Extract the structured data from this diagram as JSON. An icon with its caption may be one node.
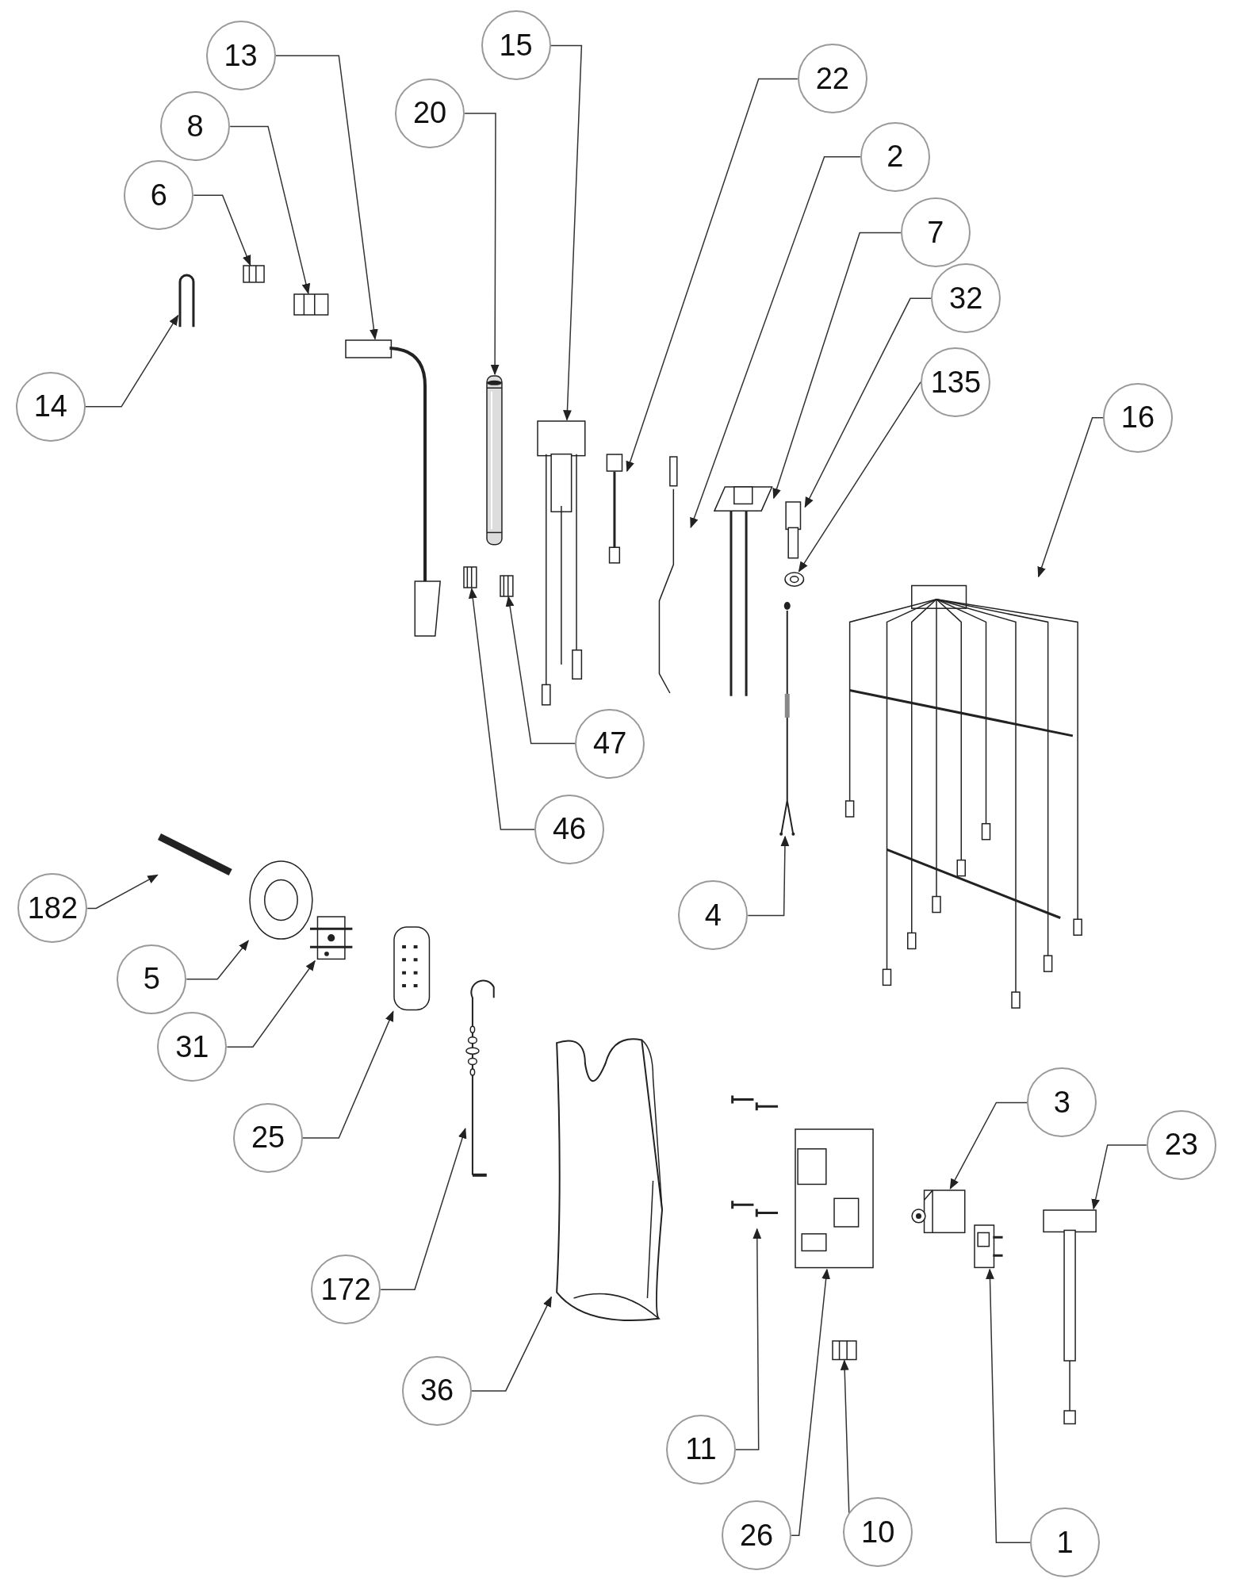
{
  "diagram": {
    "nodes": [
      {
        "text": [
          "15"
        ]
      },
      {
        "text": [
          "13"
        ]
      },
      {
        "text": [
          "22"
        ]
      },
      {
        "text": [
          "20"
        ]
      },
      {
        "text": [
          "8"
        ]
      },
      {
        "text": [
          "2"
        ]
      },
      {
        "text": [
          "6"
        ]
      },
      {
        "text": [
          "7"
        ]
      },
      {
        "text": [
          "32"
        ]
      },
      {
        "text": [
          "135"
        ]
      },
      {
        "text": [
          "14"
        ]
      },
      {
        "text": [
          "16"
        ]
      },
      {
        "text": [
          "47"
        ]
      },
      {
        "text": [
          "46"
        ]
      },
      {
        "text": [
          "182"
        ]
      },
      {
        "text": [
          "4"
        ]
      },
      {
        "text": [
          "5"
        ]
      },
      {
        "text": [
          "31"
        ]
      },
      {
        "text": [
          "3"
        ]
      },
      {
        "text": [
          "25"
        ]
      },
      {
        "text": [
          "23"
        ]
      },
      {
        "text": [
          "172"
        ]
      },
      {
        "text": [
          "36"
        ]
      },
      {
        "text": [
          "11"
        ]
      },
      {
        "text": [
          "10"
        ]
      },
      {
        "text": [
          "26"
        ]
      },
      {
        "text": [
          "1"
        ]
      },
      {
        "text": [],
        "shape": "picture"
      },
      {
        "text": [],
        "shape": "picture"
      },
      {
        "text": [],
        "shape": "picture"
      },
      {
        "text": [],
        "shape": "picture"
      },
      {
        "text": [],
        "shape": "picture"
      },
      {
        "text": [],
        "shape": "picture"
      },
      {
        "text": [],
        "shape": "picture"
      },
      {
        "text": [],
        "shape": "picture"
      },
      {
        "text": [],
        "shape": "picture"
      },
      {
        "text": [],
        "shape": "picture"
      },
      {
        "text": [],
        "shape": "picture"
      },
      {
        "text": [],
        "shape": "picture"
      },
      {
        "text": [],
        "shape": "picture"
      },
      {
        "text": [],
        "shape": "picture"
      },
      {
        "text": [],
        "shape": "picture"
      },
      {
        "text": [],
        "shape": "picture"
      },
      {
        "text": [],
        "shape": "picture"
      },
      {
        "text": [],
        "shape": "picture"
      },
      {
        "text": [],
        "shape": "picture"
      },
      {
        "text": [],
        "shape": "picture"
      },
      {
        "text": [],
        "shape": "picture"
      },
      {
        "text": [],
        "shape": "picture"
      },
      {
        "text": [],
        "shape": "picture"
      },
      {
        "text": [],
        "shape": "picture"
      },
      {
        "text": [],
        "shape": "picture"
      },
      {
        "text": [],
        "shape": "picture"
      },
      {
        "text": [],
        "shape": "picture"
      }
    ],
    "edges": [
      {
        "from": 0,
        "to": 27,
        "arrow": "to"
      },
      {
        "from": 1,
        "to": 28,
        "arrow": "to"
      },
      {
        "from": 2,
        "to": 29,
        "arrow": "to"
      },
      {
        "from": 3,
        "to": 30,
        "arrow": "to"
      },
      {
        "from": 4,
        "to": 31,
        "arrow": "to"
      },
      {
        "from": 5,
        "to": 32,
        "arrow": "to"
      },
      {
        "from": 6,
        "to": 33,
        "arrow": "to"
      },
      {
        "from": 7,
        "to": 34,
        "arrow": "to"
      },
      {
        "from": 8,
        "to": 35,
        "arrow": "to"
      },
      {
        "from": 9,
        "to": 36,
        "arrow": "to"
      },
      {
        "from": 10,
        "to": 37,
        "arrow": "to"
      },
      {
        "from": 11,
        "to": 38,
        "arrow": "to"
      },
      {
        "from": 12,
        "to": 39,
        "arrow": "to"
      },
      {
        "from": 13,
        "to": 40,
        "arrow": "to"
      },
      {
        "from": 14,
        "to": 41,
        "arrow": "to"
      },
      {
        "from": 15,
        "to": 42,
        "arrow": "to"
      },
      {
        "from": 16,
        "to": 43,
        "arrow": "to"
      },
      {
        "from": 17,
        "to": 44,
        "arrow": "to"
      },
      {
        "from": 18,
        "to": 45,
        "arrow": "to"
      },
      {
        "from": 19,
        "to": 46,
        "arrow": "to"
      },
      {
        "from": 20,
        "to": 47,
        "arrow": "to"
      },
      {
        "from": 21,
        "to": 48,
        "arrow": "to"
      },
      {
        "from": 22,
        "to": 49,
        "arrow": "to"
      },
      {
        "from": 23,
        "to": 50,
        "arrow": "to"
      },
      {
        "from": 24,
        "to": 51,
        "arrow": "to"
      },
      {
        "from": 25,
        "to": 52,
        "arrow": "to"
      },
      {
        "from": 26,
        "to": 53,
        "arrow": "to"
      }
    ]
  }
}
